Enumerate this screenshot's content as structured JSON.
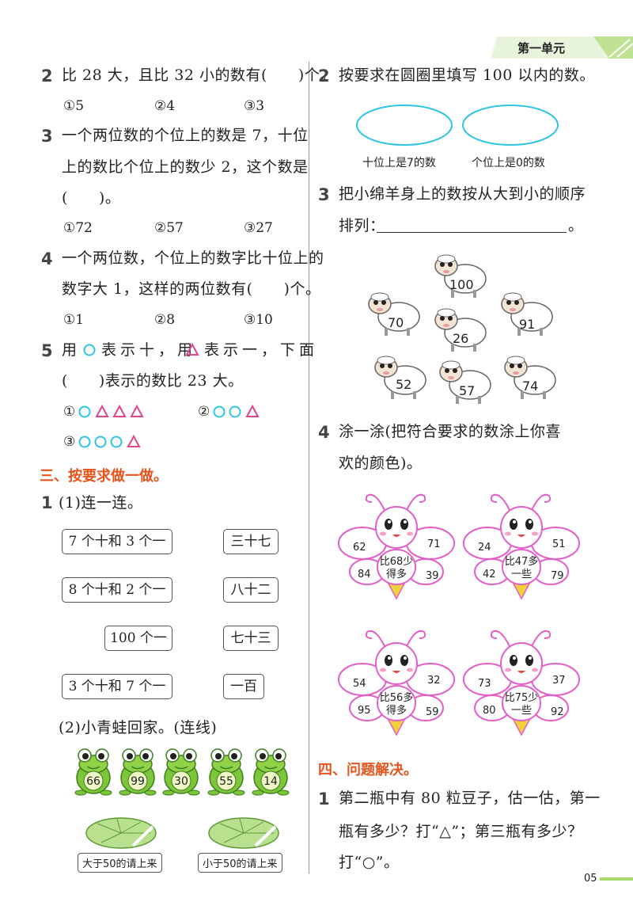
{
  "header": {
    "unit_label": "第一单元"
  },
  "page_number": "05",
  "left": {
    "q2": {
      "num": "2",
      "text": "比 28 大，且比 32 小的数有(　　)个。",
      "opts": [
        "①5",
        "②4",
        "③3"
      ]
    },
    "q3": {
      "num": "3",
      "line1": "一个两位数的个位上的数是 7，十位",
      "line2": "上的数比个位上的数少 2，这个数是",
      "line3": "(　　)。",
      "opts": [
        "①72",
        "②57",
        "③27"
      ]
    },
    "q4": {
      "num": "4",
      "line1": "一个两位数，个位上的数字比十位上的",
      "line2": "数字大 1，这样的两位数有(　　)个。",
      "opts": [
        "①1",
        "②8",
        "③10"
      ]
    },
    "q5": {
      "num": "5",
      "line1a": "用",
      "line1b": "表示十，用",
      "line1c": "表示一，下面",
      "line2": "(　　)表示的数比 23 大。",
      "opt_labels": [
        "①",
        "②",
        "③"
      ]
    },
    "section3": {
      "title": "三、按要求做一做。"
    },
    "q1": {
      "num": "1",
      "part1": "(1)连一连。",
      "left_boxes": [
        "7 个十和 3 个一",
        "8 个十和 2 个一",
        "100 个一",
        "3 个十和 7 个一"
      ],
      "right_boxes": [
        "三十七",
        "八十二",
        "七十三",
        "一百"
      ],
      "part2": "(2)小青蛙回家。(连线)",
      "frogs": [
        "66",
        "99",
        "30",
        "55",
        "14"
      ],
      "leaves": [
        "大于50的请上来",
        "小于50的请上来"
      ]
    }
  },
  "right": {
    "q2": {
      "num": "2",
      "text": "按要求在圆圈里填写 100 以内的数。",
      "labels": [
        "十位上是7的数",
        "个位上是0的数"
      ]
    },
    "q3": {
      "num": "3",
      "line1": "把小绵羊身上的数按从大到小的顺序",
      "line2": "排列：",
      "end": "。",
      "sheep": [
        "100",
        "70",
        "26",
        "91",
        "52",
        "57",
        "74"
      ]
    },
    "q4": {
      "num": "4",
      "line1": "涂一涂(把符合要求的数涂上你喜",
      "line2": "欢的颜色)。",
      "butterflies": [
        {
          "nums": [
            "62",
            "71",
            "84",
            "39"
          ],
          "center": [
            "比68少",
            "得多"
          ]
        },
        {
          "nums": [
            "24",
            "51",
            "42",
            "79"
          ],
          "center": [
            "比47多",
            "一些"
          ]
        },
        {
          "nums": [
            "54",
            "32",
            "95",
            "59"
          ],
          "center": [
            "比56多",
            "得多"
          ]
        },
        {
          "nums": [
            "73",
            "37",
            "80",
            "92"
          ],
          "center": [
            "比75少",
            "一些"
          ]
        }
      ]
    },
    "section4": {
      "title": "四、问题解决。"
    },
    "q1": {
      "num": "1",
      "line1": "第二瓶中有 80 粒豆子，估一估，第一",
      "line2": "瓶有多少？打“△”；第三瓶有多少？",
      "line3": "打“○”。"
    }
  },
  "colors": {
    "accent_orange": "#e8541c",
    "circle_cyan": "#2fc3e6",
    "triangle_pink": "#e0448e",
    "wing_pink": "#e25fc8",
    "frog_green": "#7cc63a",
    "leaf_green": "#b9e08e",
    "header_green": "#a8d86a"
  }
}
